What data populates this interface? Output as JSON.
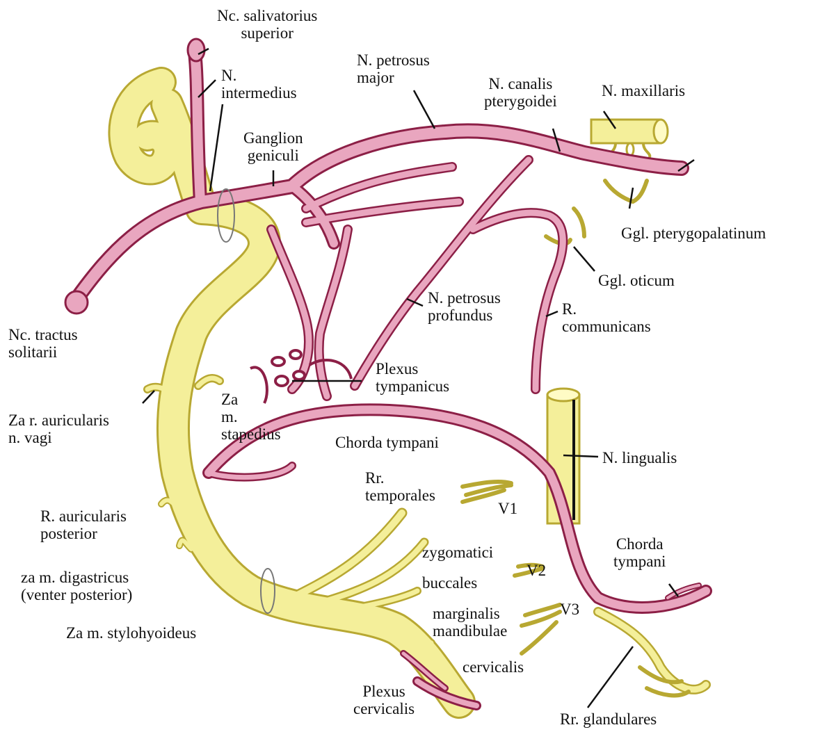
{
  "colors": {
    "facial_nerve_fill": "#f4ef9a",
    "facial_nerve_edge": "#b8a832",
    "parasympathetic_fill": "#e9a6bf",
    "parasympathetic_edge": "#8c1f46",
    "leader_line": "#111111",
    "background": "#ffffff"
  },
  "labels": {
    "nc_salivatorius": [
      "Nc. salivatorius",
      "superior"
    ],
    "n_intermedius": [
      "N.",
      "intermedius"
    ],
    "ganglion_geniculi": [
      "Ganglion",
      "geniculi"
    ],
    "n_petrosus_major": [
      "N. petrosus",
      "major"
    ],
    "n_canalis": [
      "N. canalis",
      "pterygoidei"
    ],
    "n_maxillaris": [
      "N. maxillaris"
    ],
    "ggl_pterygopalatinum": [
      "Ggl. pterygopalatinum"
    ],
    "ggl_oticum": [
      "Ggl. oticum"
    ],
    "nc_tractus": [
      "Nc. tractus",
      "solitarii"
    ],
    "n_petrosus_profundus": [
      "N. petrosus",
      "profundus"
    ],
    "r_communicans": [
      "R.",
      "communicans"
    ],
    "plexus_tympanicus": [
      "Plexus",
      "tympanicus"
    ],
    "za_r_auricularis": [
      "Za r. auricularis",
      "n. vagi"
    ],
    "za_m_stapedius": [
      "Za",
      "m.",
      "stapedius"
    ],
    "chorda_tympani_mid": [
      "Chorda tympani"
    ],
    "n_lingualis": [
      "N. lingualis"
    ],
    "rr_temporales": [
      "Rr.",
      "temporales"
    ],
    "v1": [
      "V1"
    ],
    "r_auricularis_posterior": [
      "R. auricularis",
      "posterior"
    ],
    "zygomatici": [
      "zygomatici"
    ],
    "v2": [
      "V2"
    ],
    "buccales": [
      "buccales"
    ],
    "za_m_digastricus": [
      "za m. digastricus",
      "(venter posterior)"
    ],
    "marginalis": [
      "marginalis",
      "mandibulae"
    ],
    "v3": [
      "V3"
    ],
    "chorda_tympani_right": [
      "Chorda",
      "tympani"
    ],
    "za_m_stylohyoideus": [
      "Za m. stylohyoideus"
    ],
    "cervicalis": [
      "cervicalis"
    ],
    "plexus_cervicalis": [
      "Plexus",
      "cervicalis"
    ],
    "rr_glandulares": [
      "Rr. glandulares"
    ]
  }
}
